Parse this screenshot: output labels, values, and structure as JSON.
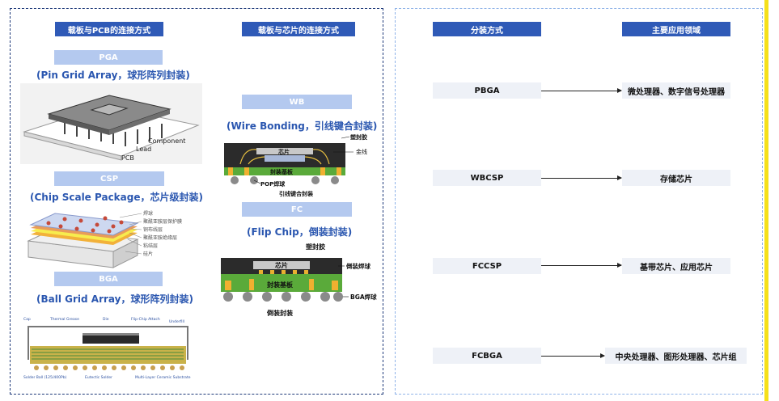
{
  "left": {
    "header_board_pcb": "载板与PCB的连接方式",
    "header_board_chip": "载板与芯片的连接方式",
    "pga": {
      "label": "PGA",
      "subtitle": "(Pin Grid Array，球形阵列封装)",
      "diagram": {
        "component": "Component",
        "lead": "Lead",
        "pcb": "PCB"
      }
    },
    "csp": {
      "label": "CSP",
      "subtitle": "(Chip Scale Package，芯片级封装)",
      "diagram": {
        "l1": "焊球",
        "l2": "聚酰亚胺层保护膜",
        "l3": "铜布线层",
        "l4": "聚酰亚胺绝缘层",
        "l5": "粘结层",
        "l6": "硅片"
      }
    },
    "bga": {
      "label": "BGA",
      "subtitle": "(Ball Grid Array，球形阵列封装)",
      "diagram": {
        "cap": "Cap",
        "thermal": "Thermal Grease",
        "die": "Die",
        "flipchip": "Flip-Chip Attach",
        "underfill": "Underfill",
        "solderball": "Solder Ball (125/400Pb)",
        "eutectic": "Eutectic Solder",
        "substrate": "Multi-Layer Ceramic Substrate"
      }
    },
    "wb": {
      "label": "WB",
      "subtitle": "(Wire Bonding，引线键合封装)",
      "diagram": {
        "mold": "塑封胶",
        "chip": "芯片",
        "gold": "金线",
        "substrate": "封装基板",
        "pop": "POP焊球",
        "caption": "引线键合封装"
      }
    },
    "fc": {
      "label": "FC",
      "subtitle": "(Flip Chip，倒装封装)",
      "diagram": {
        "mold": "塑封胶",
        "chip": "芯片",
        "bump": "倒装焊球",
        "substrate": "封装基板",
        "bga": "BGA焊球",
        "caption": "倒装封装"
      }
    }
  },
  "right": {
    "header_type": "分装方式",
    "header_app": "主要应用领域",
    "rows": [
      {
        "type": "PBGA",
        "app": "微处理器、数字信号处理器"
      },
      {
        "type": "WBCSP",
        "app": "存储芯片"
      },
      {
        "type": "FCCSP",
        "app": "基带芯片、应用芯片"
      },
      {
        "type": "FCBGA",
        "app": "中央处理器、图形处理器、芯片组"
      }
    ]
  },
  "colors": {
    "header": "#2f5ab7",
    "label": "#b4c9ef",
    "subtitle": "#2b57b0",
    "box": "#eef1f7",
    "accent": "#f5e01a"
  }
}
